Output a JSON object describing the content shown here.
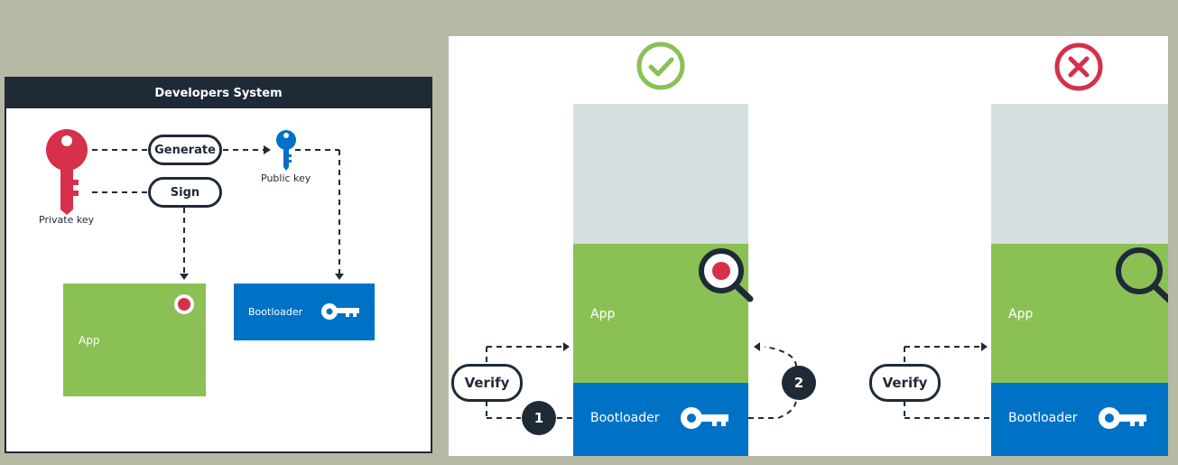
{
  "developers_system": {
    "title": "Developers System",
    "private_key_label": "Private key",
    "public_key_label": "Public key",
    "generate_label": "Generate",
    "sign_label": "Sign",
    "app_label": "App",
    "bootloader_label": "Bootloader"
  },
  "verification": {
    "valid": {
      "status_icon": "check-circle-icon",
      "app_label": "App",
      "bootloader_label": "Bootloader",
      "verify_label": "Verify",
      "step_1": "1",
      "step_2": "2"
    },
    "invalid": {
      "status_icon": "x-circle-icon",
      "app_label": "App",
      "bootloader_label": "Bootloader",
      "verify_label": "Verify"
    }
  },
  "colors": {
    "dark": "#1f2a37",
    "green": "#8bc055",
    "blue": "#0072c6",
    "red": "#d6304a",
    "gray": "#d6dfe0",
    "background": "#b6b9a4"
  }
}
